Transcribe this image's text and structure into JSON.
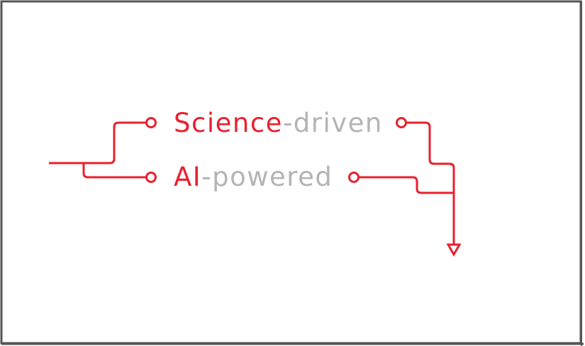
{
  "logo": {
    "line1": {
      "accent": "Science",
      "rest": "-driven"
    },
    "line2": {
      "accent": "AI",
      "rest": "-powered"
    }
  },
  "colors": {
    "accent": "#e8212f",
    "muted": "#b4b4b4",
    "border": "#555555",
    "background": "#ffffff"
  }
}
